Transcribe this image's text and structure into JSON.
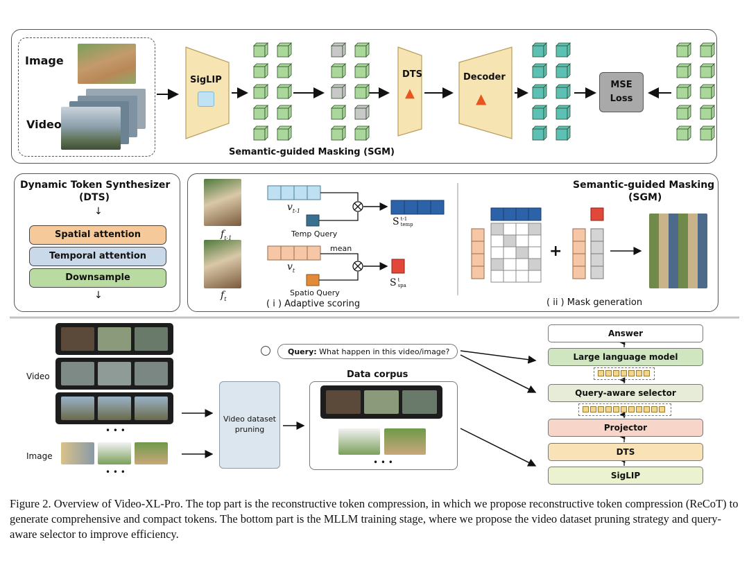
{
  "top": {
    "image_label": "Image",
    "video_label": "Video",
    "siglip_label": "SigLIP",
    "dts_label": "DTS",
    "decoder_label": "Decoder",
    "mse_label_1": "MSE",
    "mse_label_2": "Loss",
    "sgm_caption": "Semantic-guided Masking (SGM)"
  },
  "dts_panel": {
    "title_1": "Dynamic Token Synthesizer",
    "title_2": "(DTS)",
    "steps": [
      "Spatial attention",
      "Temporal attention",
      "Downsample"
    ]
  },
  "scoring": {
    "f_prev": "f",
    "f_prev_sub": "t-1",
    "f_cur": "f",
    "f_cur_sub": "t",
    "v_prev": "v",
    "v_prev_sub": "t-1",
    "v_cur": "v",
    "v_cur_sub": "t",
    "temp_query": "Temp Query",
    "spatio_query": "Spatio Query",
    "mean": "mean",
    "s_temp": "S",
    "s_temp_sup": "t-1",
    "s_temp_sub": "temp",
    "s_spa": "S",
    "s_spa_sup": "t",
    "s_spa_sub": "spa",
    "caption": "( i ) Adaptive scoring"
  },
  "mask": {
    "title_1": "Semantic-guided Masking",
    "title_2": "(SGM)",
    "plus": "+",
    "caption": "( ii ) Mask generation"
  },
  "bottom": {
    "video_label": "Video",
    "image_label": "Image",
    "dots": "• • •",
    "pruning_1": "Video dataset",
    "pruning_2": "pruning",
    "corpus_title": "Data corpus",
    "query_prefix": "Query:",
    "query_text": "What happen in this video/image?",
    "pipeline": [
      "Answer",
      "Large language model",
      "Query-aware selector",
      "Projector",
      "DTS",
      "SigLIP"
    ]
  },
  "caption": "Figure 2.  Overview of Video-XL-Pro.  The top part is the reconstructive token compression, in which we propose reconstructive token compression (ReCoT) to generate comprehensive and compact tokens. The bottom part is the MLLM training stage, where we propose the video dataset pruning strategy and query-aware selector to improve efficiency.",
  "colors": {
    "token_green": "#a9d89a",
    "token_teal": "#5cc0b4",
    "token_gray": "#c8c8c8",
    "trap": "#f7e4b3",
    "spatial": "#f6c99a",
    "temporal": "#c9d9ea",
    "downsample": "#b9dba2"
  }
}
